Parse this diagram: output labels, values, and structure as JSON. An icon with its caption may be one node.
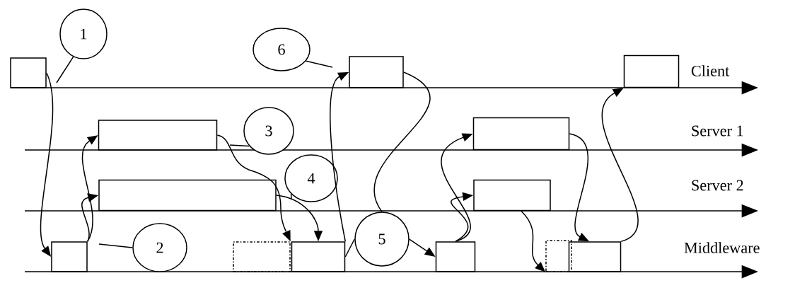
{
  "diagram": {
    "nodes": [
      {
        "text": [
          "1"
        ]
      },
      {
        "text": [
          "6"
        ]
      },
      {
        "text": [],
        "shape": "box"
      },
      {
        "text": [],
        "shape": "box"
      },
      {
        "text": [],
        "shape": "box"
      },
      {
        "text": [
          "3"
        ]
      },
      {
        "text": [],
        "shape": "box"
      },
      {
        "text": [],
        "shape": "box"
      },
      {
        "text": [
          "4"
        ]
      },
      {
        "text": [],
        "shape": "box"
      },
      {
        "text": [],
        "shape": "box"
      },
      {
        "text": [
          "2"
        ]
      },
      {
        "text": [
          "5"
        ]
      },
      {
        "text": [],
        "shape": "box"
      },
      {
        "text": [],
        "shape": "box"
      },
      {
        "text": [],
        "shape": "box"
      },
      {
        "text": [],
        "shape": "box"
      },
      {
        "text": [],
        "shape": "box"
      },
      {
        "text": [],
        "shape": "box"
      }
    ],
    "edges": [
      {
        "from": 2,
        "to": 13,
        "arrow": "to"
      },
      {
        "from": 13,
        "to": 6,
        "arrow": "to"
      },
      {
        "from": 13,
        "to": 9,
        "arrow": "to"
      },
      {
        "from": 6,
        "to": 14,
        "arrow": "to"
      },
      {
        "from": 9,
        "to": 15,
        "arrow": "to"
      },
      {
        "from": 15,
        "to": 3,
        "arrow": "to"
      },
      {
        "from": 3,
        "to": 12,
        "arrow": "none"
      },
      {
        "from": 12,
        "to": 16,
        "arrow": "to"
      },
      {
        "from": 16,
        "to": 7,
        "arrow": "to"
      },
      {
        "from": 16,
        "to": 10,
        "arrow": "to"
      },
      {
        "from": 10,
        "to": 17,
        "arrow": "to"
      },
      {
        "from": 7,
        "to": 18,
        "arrow": "to"
      },
      {
        "from": 18,
        "to": 4,
        "arrow": "to"
      },
      {
        "from": 0,
        "to": null,
        "arrow": "none"
      },
      {
        "from": 1,
        "to": null,
        "arrow": "none"
      },
      {
        "from": 5,
        "to": null,
        "arrow": "none"
      },
      {
        "from": 8,
        "to": null,
        "arrow": "none"
      },
      {
        "from": 11,
        "to": null,
        "arrow": "none"
      },
      {
        "from": 12,
        "to": 15,
        "arrow": "none"
      }
    ],
    "labels": [
      "Client",
      "Server 1",
      "Server 2",
      "Middleware"
    ]
  }
}
